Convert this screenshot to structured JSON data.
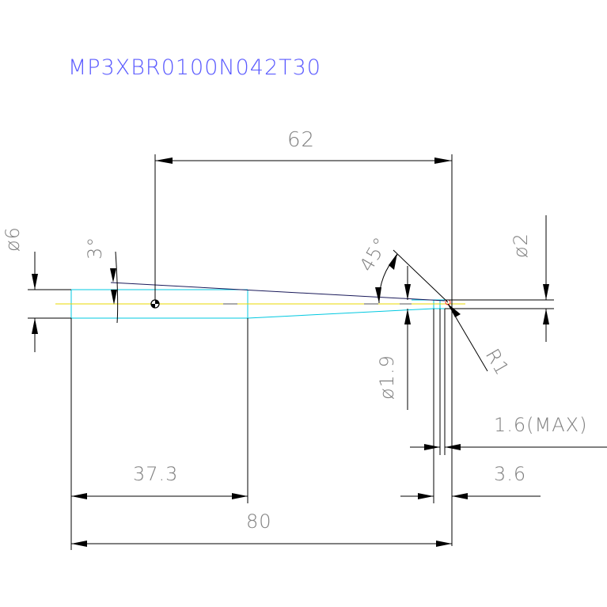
{
  "drawing": {
    "part_number": "MP3XBR0100N042T30",
    "colors": {
      "title": "#5a5aff",
      "outline": "#00c8e0",
      "taper_line": "#1a1a5a",
      "centerline": "#e8d800",
      "dimension": "#000000",
      "dimension_text": "#808080",
      "tip": "#ff3030"
    },
    "dimensions": {
      "length_62": "62",
      "dia_6": "ø6",
      "angle_3": "3°",
      "angle_45": "45°",
      "dia_2": "ø2",
      "radius_1": "R1",
      "dia_1_9": "ø1.9",
      "max_1_6": "1.6(MAX)",
      "len_3_6": "3.6",
      "len_37_3": "37.3",
      "len_80": "80"
    }
  }
}
